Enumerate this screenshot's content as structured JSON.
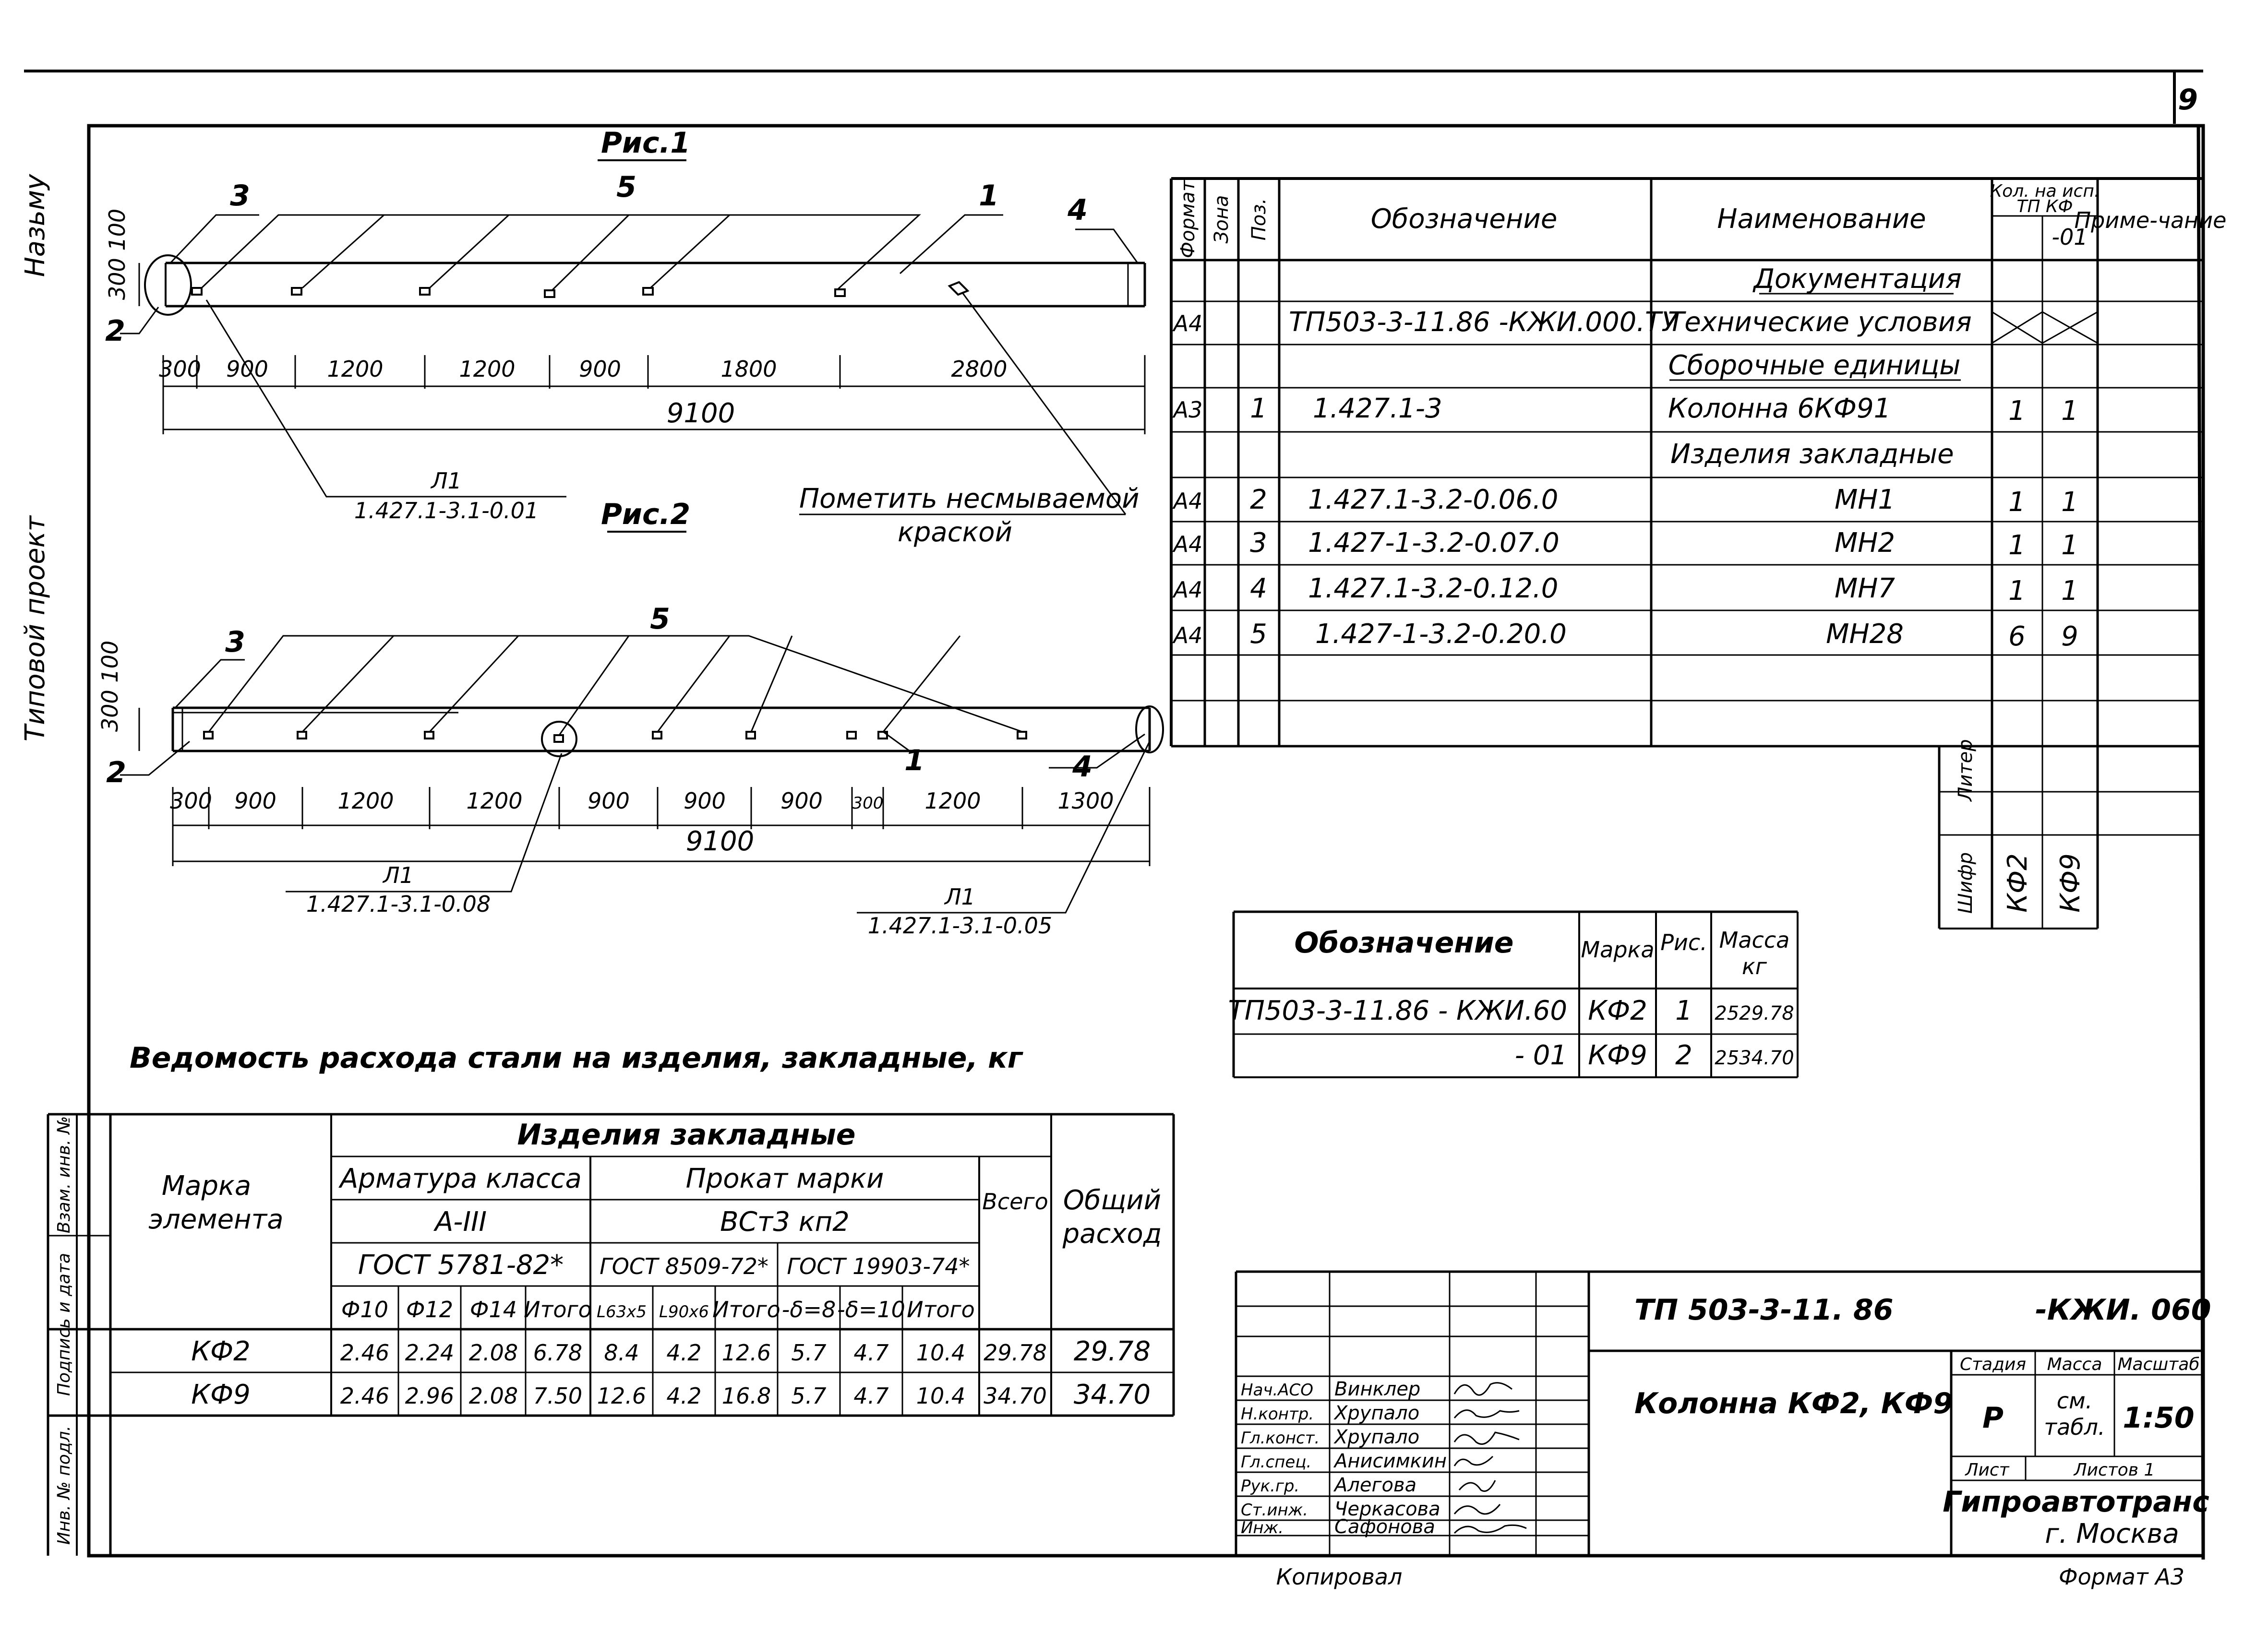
{
  "page": {
    "sheet_no": "9"
  },
  "side": {
    "left_top": "Назьму",
    "left_mid": "Типовой проект"
  },
  "fig1": {
    "title": "Рис.1",
    "leaders": [
      "3",
      "5",
      "1",
      "4",
      "2"
    ],
    "height_dim": "300 100",
    "dims": [
      "300",
      "900",
      "1200",
      "1200",
      "900",
      "1800",
      "2800"
    ],
    "total": "9100",
    "callout_l1": "Л1",
    "callout_l1_code": "1.427.1-3.1-0.01"
  },
  "fig2": {
    "title": "Рис.2",
    "leaders": [
      "3",
      "5",
      "1",
      "4",
      "2"
    ],
    "height_dim": "300 100",
    "dims": [
      "300",
      "900",
      "1200",
      "1200",
      "900",
      "900",
      "900",
      "300",
      "1200",
      "1300"
    ],
    "total": "9100",
    "callout_a_l1": "Л1",
    "callout_a_code": "1.427.1-3.1-0.08",
    "callout_b_l1": "Л1",
    "callout_b_code": "1.427.1-3.1-0.05"
  },
  "note": {
    "line1": "Пометить несмываемой",
    "line2": "краской"
  },
  "spec": {
    "headers": {
      "format": "Формат",
      "zone": "Зона",
      "pos": "Поз.",
      "designation": "Обозначение",
      "name": "Наименование",
      "qty": "Кол. на исп.",
      "qty_sub": "ТП КФ",
      "exec_01": "-01",
      "note": "Приме-чание"
    },
    "section_docs": "Документация",
    "section_units": "Сборочные единицы",
    "section_embedded": "Изделия закладные",
    "rows": {
      "ty": {
        "format": "А4",
        "designation": "ТП503-3-11.86 -КЖИ.000.ТУ",
        "name": "Технические условия"
      },
      "r1": {
        "format": "А3",
        "pos": "1",
        "designation": "1.427.1-3",
        "name": "Колонна 6КФ91",
        "q1": "1",
        "q2": "1"
      },
      "r2": {
        "format": "А4",
        "pos": "2",
        "designation": "1.427.1-3.2-0.06.0",
        "name": "МН1",
        "q1": "1",
        "q2": "1"
      },
      "r3": {
        "format": "А4",
        "pos": "3",
        "designation": "1.427-1-3.2-0.07.0",
        "name": "МН2",
        "q1": "1",
        "q2": "1"
      },
      "r4": {
        "format": "А4",
        "pos": "4",
        "designation": "1.427.1-3.2-0.12.0",
        "name": "МН7",
        "q1": "1",
        "q2": "1"
      },
      "r5": {
        "format": "А4",
        "pos": "5",
        "designation": "1.427-1-3.2-0.20.0",
        "name": "МН28",
        "q1": "6",
        "q2": "9"
      }
    }
  },
  "stamp_small": {
    "liter": "Литер",
    "shifr": "Шифр",
    "kf2": "КФ2",
    "kf9": "КФ9"
  },
  "mass_table": {
    "headers": {
      "designation": "Обозначение",
      "mark": "Марка",
      "fig": "Рис.",
      "mass": "Масса",
      "mass_unit": "кг"
    },
    "r1": {
      "designation": "ТП503-3-11.86 - КЖИ.60",
      "mark": "КФ2",
      "fig": "1",
      "mass": "2529.78"
    },
    "r2": {
      "designation": "- 01",
      "mark": "КФ9",
      "fig": "2",
      "mass": "2534.70"
    }
  },
  "steel": {
    "title": "Ведомость расхода стали на изделия, закладные, кг",
    "h_mark": "Марка",
    "h_element": "элемента",
    "h_embedded": "Изделия закладные",
    "h_armature": "Арматура класса",
    "h_class": "А-III",
    "h_gost1": "ГОСТ 5781-82*",
    "h_rolled": "Прокат марки",
    "h_grade": "ВСт3 кп2",
    "h_gost2": "ГОСТ 8509-72*",
    "h_gost3": "ГОСТ 19903-74*",
    "h_total": "Всего",
    "h_overall1": "Общий",
    "h_overall2": "расход",
    "cols": [
      "Ф10",
      "Ф12",
      "Ф14",
      "Итого",
      "L63х5",
      "L90х6",
      "Итого",
      "-δ=8",
      "-δ=10",
      "Итого"
    ],
    "rows": [
      {
        "mark": "КФ2",
        "v": [
          "2.46",
          "2.24",
          "2.08",
          "6.78",
          "8.4",
          "4.2",
          "12.6",
          "5.7",
          "4.7",
          "10.4"
        ],
        "total": "29.78",
        "overall": "29.78"
      },
      {
        "mark": "КФ9",
        "v": [
          "2.46",
          "2.96",
          "2.08",
          "7.50",
          "12.6",
          "4.2",
          "16.8",
          "5.7",
          "4.7",
          "10.4"
        ],
        "total": "34.70",
        "overall": "34.70"
      }
    ]
  },
  "margin_stamp": {
    "inv_podl": "Инв. № подл.",
    "podpis": "Подпись и дата",
    "vzam": "Взам. инв. №"
  },
  "title_block": {
    "code": "ТП 503-3-11. 86",
    "code_suffix": "-КЖИ. 060",
    "name": "Колонна КФ2, КФ9",
    "stage_h": "Стадия",
    "mass_h": "Масса",
    "scale_h": "Масштаб",
    "stage": "Р",
    "mass_v1": "см.",
    "mass_v2": "табл.",
    "scale": "1:50",
    "sheet_h": "Лист",
    "sheets_h": "Листов 1",
    "org": "Гипроавтотранс",
    "city": "г. Москва",
    "roles": [
      {
        "role": "Нач.АСО",
        "name": "Винклер"
      },
      {
        "role": "Н.контр.",
        "name": "Хрупало"
      },
      {
        "role": "Гл.конст.",
        "name": "Хрупало"
      },
      {
        "role": "Гл.спец.",
        "name": "Анисимкин"
      },
      {
        "role": "Рук.гр.",
        "name": "Алегова"
      },
      {
        "role": "Ст.инж.",
        "name": "Черкасова"
      },
      {
        "role": "Инж.",
        "name": "Сафонова"
      }
    ],
    "copied": "Копировал",
    "format": "Формат А3"
  }
}
